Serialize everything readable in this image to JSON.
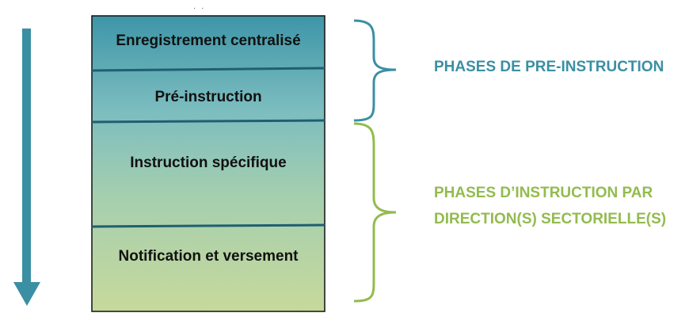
{
  "stages": [
    {
      "label": "Enregistrement centralisé"
    },
    {
      "label": "Pré-instruction"
    },
    {
      "label": "Instruction spécifique"
    },
    {
      "label": "Notification et versement"
    }
  ],
  "phases": {
    "pre_instruction": {
      "line1": "PHASES DE PRE-INSTRUCTION"
    },
    "sectorial": {
      "line1": "PHASES D’INSTRUCTION PAR",
      "line2": "DIRECTION(S) SECTORIELLE(S)"
    }
  },
  "colors": {
    "teal": "#3a8fa3",
    "stage_top": "#3d95a8",
    "stage_mid": "#7cbdbf",
    "stage_bottom": "#c7d99b",
    "green": "#93bb4e",
    "divider": "#1f5f73",
    "border": "#111111"
  },
  "icons": {
    "flow_arrow": "down-arrow-icon",
    "brace_top": "right-curly-brace-icon",
    "brace_bottom": "right-curly-brace-icon"
  }
}
